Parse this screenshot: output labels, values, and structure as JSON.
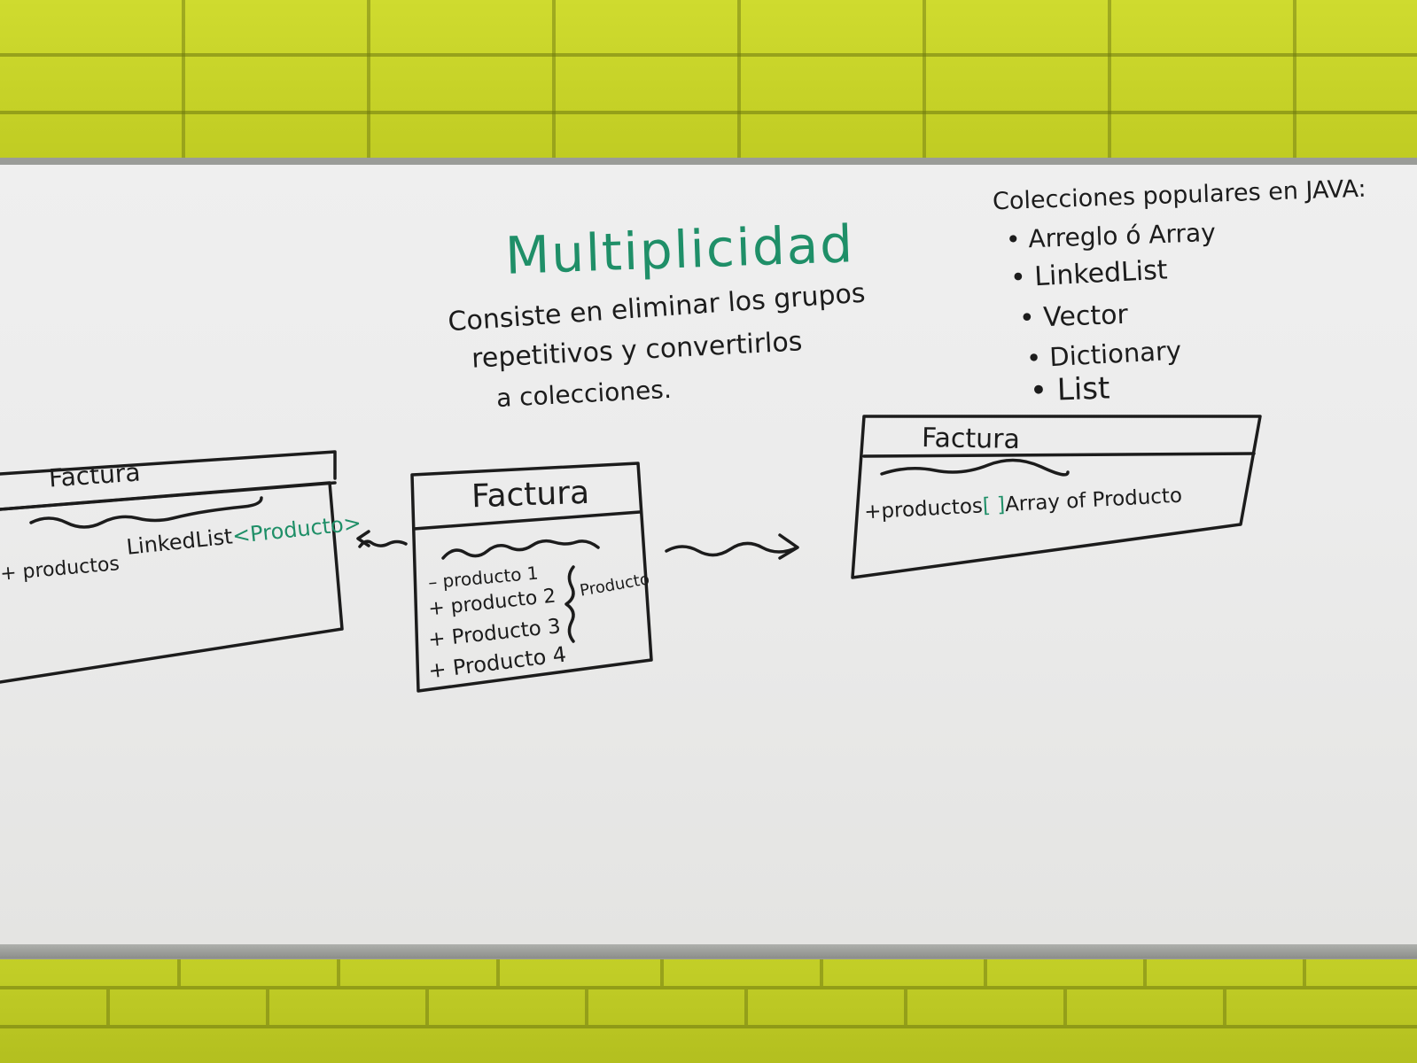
{
  "title": "Multiplicidad",
  "definition": {
    "line1": "Consiste en eliminar los grupos",
    "line2": "repetitivos y convertirlos",
    "line3": "a colecciones."
  },
  "collections": {
    "heading": "Colecciones populares en JAVA:",
    "items": [
      "Arreglo ó Array",
      "LinkedList",
      "Vector",
      "Dictionary",
      "List"
    ]
  },
  "uml_left": {
    "class_name": "Factura",
    "attr_name": "+ productos",
    "attr_type": "LinkedList",
    "attr_generic": "<Producto>"
  },
  "uml_middle": {
    "class_name": "Factura",
    "attributes": [
      "– producto 1",
      "+ producto 2",
      "+ Producto 3",
      "+ Producto 4"
    ],
    "brace_label": "Producto"
  },
  "uml_right": {
    "class_name": "Factura",
    "attr_prefix": "+productos",
    "attr_brackets": "[ ]",
    "attr_type": "Array of Producto"
  },
  "colors": {
    "ink_black": "#1c1c1c",
    "ink_green": "#1f8f68",
    "wall": "#c8d42c",
    "board": "#ececec"
  }
}
